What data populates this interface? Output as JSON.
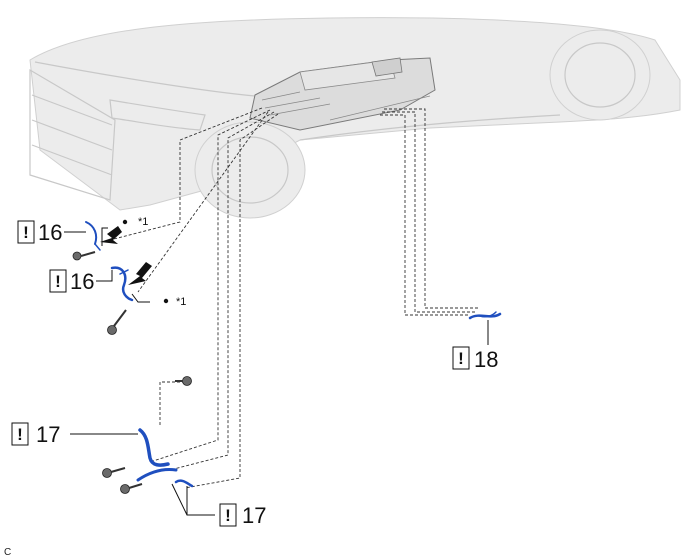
{
  "callouts": [
    {
      "id": "c16a",
      "mark": "!",
      "number": "16"
    },
    {
      "id": "c16b",
      "mark": "!",
      "number": "16"
    },
    {
      "id": "c18",
      "mark": "!",
      "number": "18"
    },
    {
      "id": "c17a",
      "mark": "!",
      "number": "17"
    },
    {
      "id": "c17b",
      "mark": "!",
      "number": "17"
    }
  ],
  "notes": {
    "note1": "*1",
    "note2": "*1"
  },
  "corner_label": "C",
  "colors": {
    "harness": "#1f4fbf",
    "vehicle": "#cfcfcf",
    "leader": "#111111"
  }
}
